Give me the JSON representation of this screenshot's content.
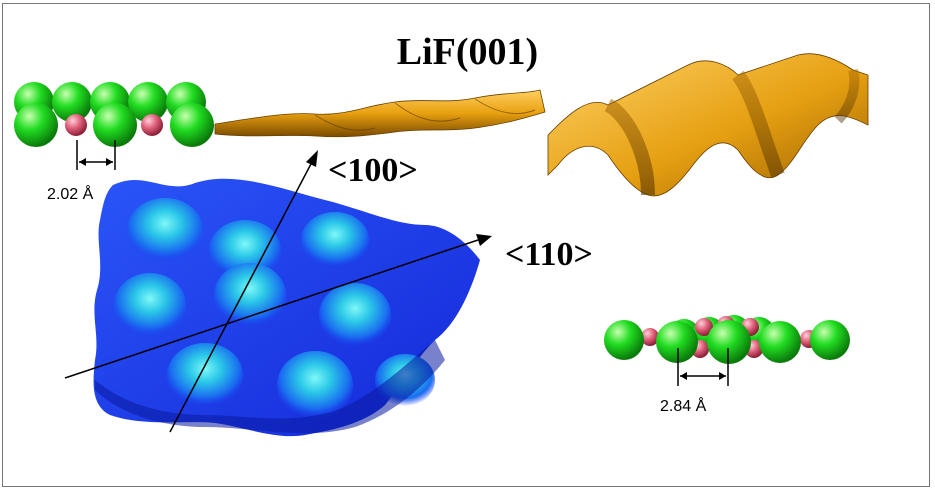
{
  "figure": {
    "title": "LiF(001)",
    "direction_labels": {
      "d100": "<100>",
      "d110": "<110>"
    },
    "spacings": {
      "along_100": "2.02 Å",
      "along_110": "2.84 Å"
    },
    "colors": {
      "fluorine_atom": "#22dd22",
      "lithium_atom": "#e0607a",
      "surface_blue": "#1a3cf0",
      "surface_peak": "#46e8f0",
      "corrugation_gold": "#e8a010"
    }
  }
}
